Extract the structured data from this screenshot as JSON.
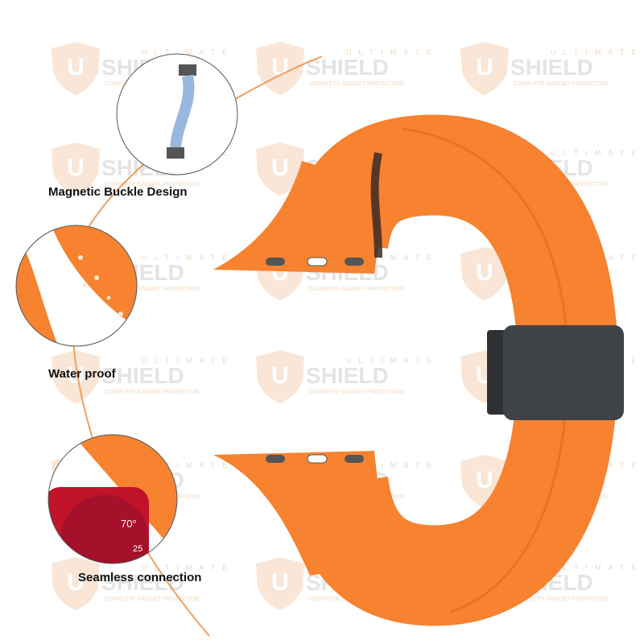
{
  "watermark": {
    "top": "ULTIMATE",
    "main": "SHIELD",
    "sub": "COMPLETE GADGET PROTECTION",
    "logo_letter": "U"
  },
  "features": [
    {
      "label": "Magnetic Buckle Design"
    },
    {
      "label": "Water proof"
    },
    {
      "label": "Seamless connection"
    }
  ],
  "watch_face": {
    "temperature": "70°",
    "date": "25"
  },
  "colors": {
    "band": "#f7822f",
    "band_shade": "#e06a1c",
    "buckle": "#3f4247",
    "watch": "#c0132a"
  }
}
